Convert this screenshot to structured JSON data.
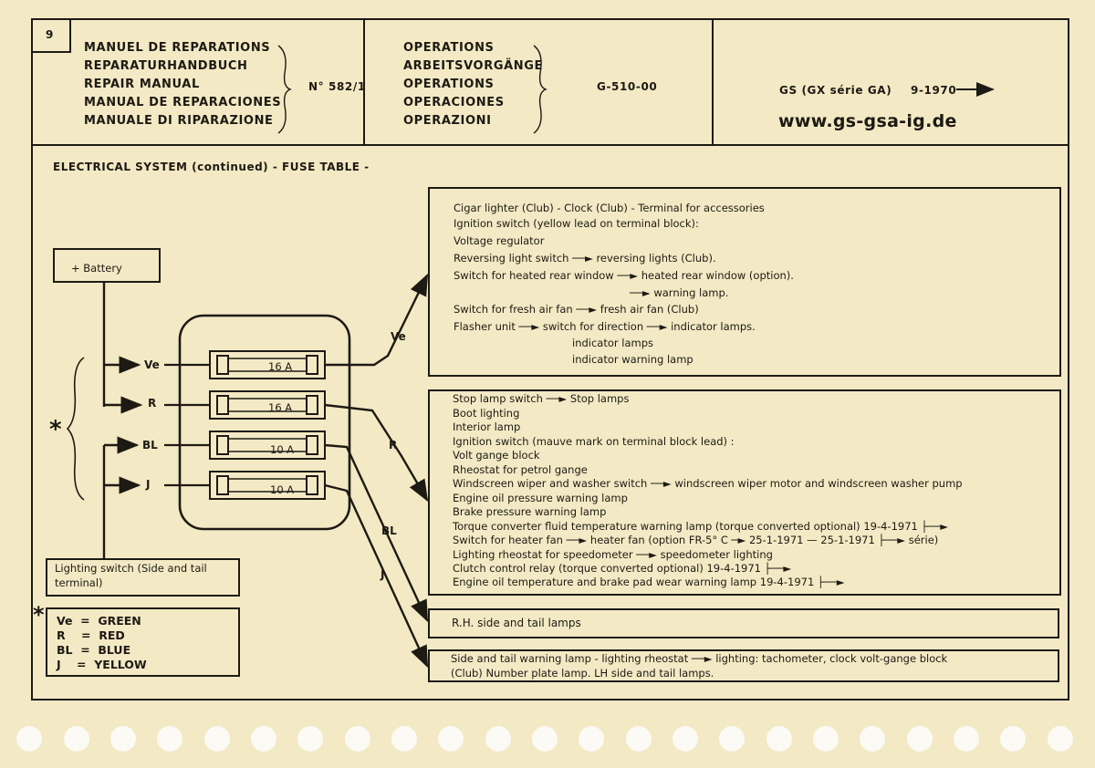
{
  "header": {
    "page_number": "9",
    "manual_titles": [
      "MANUEL DE REPARATIONS",
      "REPARATURHANDBUCH",
      "REPAIR MANUAL",
      "MANUAL DE REPARACIONES",
      "MANUALE DI RIPARAZIONE"
    ],
    "manual_number": "N° 582/1",
    "operations_titles": [
      "OPERATIONS",
      "ARBEITSVORGÄNGE",
      "OPERATIONS",
      "OPERACIONES",
      "OPERAZIONI"
    ],
    "operation_code": "G-510-00",
    "model": "GS (GX série GA)",
    "date": "9-1970",
    "website": "www.gs-gsa-ig.de"
  },
  "section_title": "ELECTRICAL SYSTEM (continued) - FUSE TABLE -",
  "battery_label": "+ Battery",
  "lighting_switch_label": [
    "Lighting switch (Side and tail",
    "terminal)"
  ],
  "asterisk": "*",
  "wire_labels": {
    "ve": "Ve",
    "r": "R",
    "bl": "BL",
    "j": "J"
  },
  "fuses": [
    "16 A",
    "16 A",
    "10 A",
    "10 A"
  ],
  "box1_lines": [
    "Cigar lighter (Club) - Clock (Club) - Terminal for accessories",
    "Ignition switch (yellow lead on terminal block):",
    "Voltage regulator",
    "Reversing light switch ──► reversing lights (Club).",
    "Switch for heated rear window ──► heated rear window (option).",
    "──► warning lamp.",
    "Switch for fresh air fan ──► fresh air fan (Club)",
    "Flasher unit ──► switch for direction ──► indicator lamps.",
    "indicator lamps",
    "indicator warning lamp"
  ],
  "box2_lines": [
    "Stop lamp switch ──► Stop lamps",
    "Boot lighting",
    "Interior lamp",
    "Ignition switch (mauve mark on terminal block lead) :",
    "Volt gange block",
    "Rheostat for petrol gange",
    "Windscreen wiper and washer switch ──► windscreen wiper motor and windscreen washer pump",
    "Engine oil pressure warning lamp",
    "Brake pressure warning lamp",
    "Torque converter fluid temperature warning lamp (torque converted optional) 19-4-1971 ├──►",
    "Switch for heater fan ──► heater fan (option FR-5° C ─► 25-1-1971   —   25-1-1971 ├──► série)",
    "Lighting rheostat for speedometer ──► speedometer lighting",
    "Clutch control relay (torque converted optional) 19-4-1971 ├──►",
    "Engine oil temperature and brake pad wear warning lamp 19-4-1971 ├──►"
  ],
  "box3_text": "R.H. side and tail lamps",
  "box4_lines": [
    "Side and tail warning lamp - lighting rheostat ──► lighting: tachometer, clock volt-gange block",
    "(Club) Number plate lamp. LH side and tail lamps."
  ],
  "legend": [
    "Ve  =  GREEN",
    "R    =  RED",
    "BL  =  BLUE",
    "J    =  YELLOW"
  ],
  "colors": {
    "paper": "#f3e9c4",
    "ink": "#1d1a14",
    "punch_holes": "#fbfaf4"
  }
}
